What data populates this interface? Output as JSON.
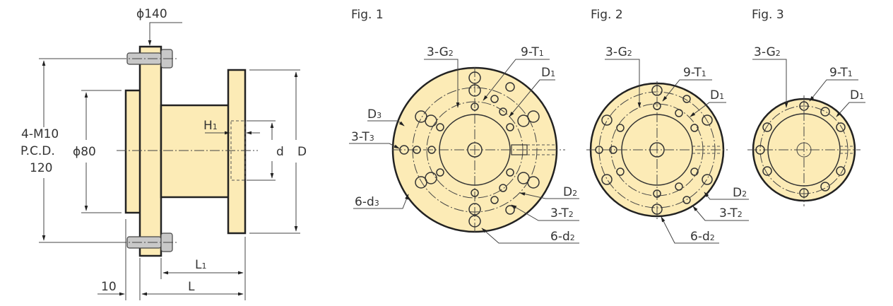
{
  "colors": {
    "part_fill": "#FCEBB6",
    "bolt_fill": "#C8C8C8",
    "outline": "#222222"
  },
  "side_view": {
    "labels": {
      "phi140": "ϕ140",
      "bolts_line1": "4-M10",
      "bolts_line2": "P.C.D.",
      "bolts_line3": "120",
      "phi80": "ϕ80",
      "H1": "H",
      "H1_sub": "1",
      "d": "d",
      "D": "D",
      "L1": "L",
      "L1_sub": "1",
      "L": "L",
      "ten": "10"
    }
  },
  "figures": [
    {
      "title": "Fig. 1",
      "labels": {
        "G2": "3-G",
        "G2_sub": "2",
        "T1": "9-T",
        "T1_sub": "1",
        "D1": "D",
        "D1_sub": "1",
        "D3": "D",
        "D3_sub": "3",
        "T3": "3-T",
        "T3_sub": "3",
        "d3": "6-d",
        "d3_sub": "3",
        "D2": "D",
        "D2_sub": "2",
        "T2": "3-T",
        "T2_sub": "2",
        "d2": "6-d",
        "d2_sub": "2"
      }
    },
    {
      "title": "Fig. 2",
      "labels": {
        "G2": "3-G",
        "G2_sub": "2",
        "T1": "9-T",
        "T1_sub": "1",
        "D1": "D",
        "D1_sub": "1",
        "D2": "D",
        "D2_sub": "2",
        "T2": "3-T",
        "T2_sub": "2",
        "d2": "6-d",
        "d2_sub": "2"
      }
    },
    {
      "title": "Fig. 3",
      "labels": {
        "G2": "3-G",
        "G2_sub": "2",
        "T1": "9-T",
        "T1_sub": "1",
        "D1": "D",
        "D1_sub": "1"
      }
    }
  ]
}
